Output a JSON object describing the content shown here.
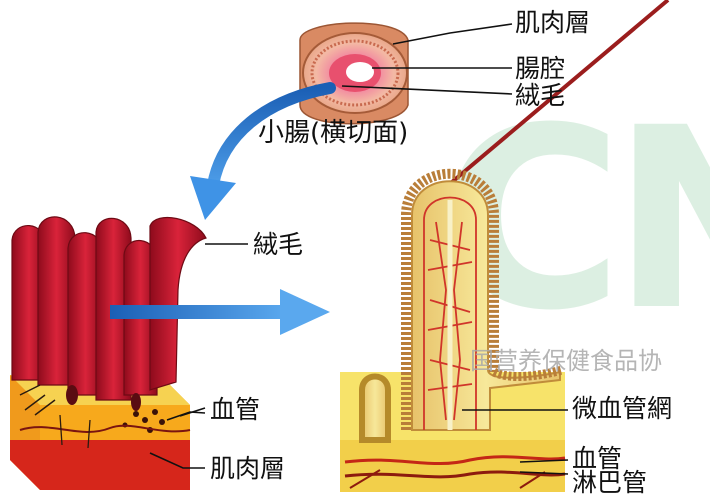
{
  "watermark": {
    "letters": "CN",
    "text": "国营养保健食品协",
    "color": "#9ed2ad"
  },
  "top": {
    "muscle_layer": "肌肉層",
    "lumen": "腸腔",
    "villi": "絨毛",
    "caption": "小腸(横切面)"
  },
  "left": {
    "villi": "絨毛",
    "blood_vessel": "血管",
    "muscle_layer": "肌肉層"
  },
  "right": {
    "capillary_network": "微血管網",
    "blood_vessel": "血管",
    "lymph_vessel": "淋巴管"
  },
  "colors": {
    "villus_red": "#c8102e",
    "tissue_orange": "#f09a1c",
    "tissue_yellow": "#f7e36a",
    "arrow_blue": "#2a7fd4",
    "pointer_line": "#9b1d1d"
  }
}
